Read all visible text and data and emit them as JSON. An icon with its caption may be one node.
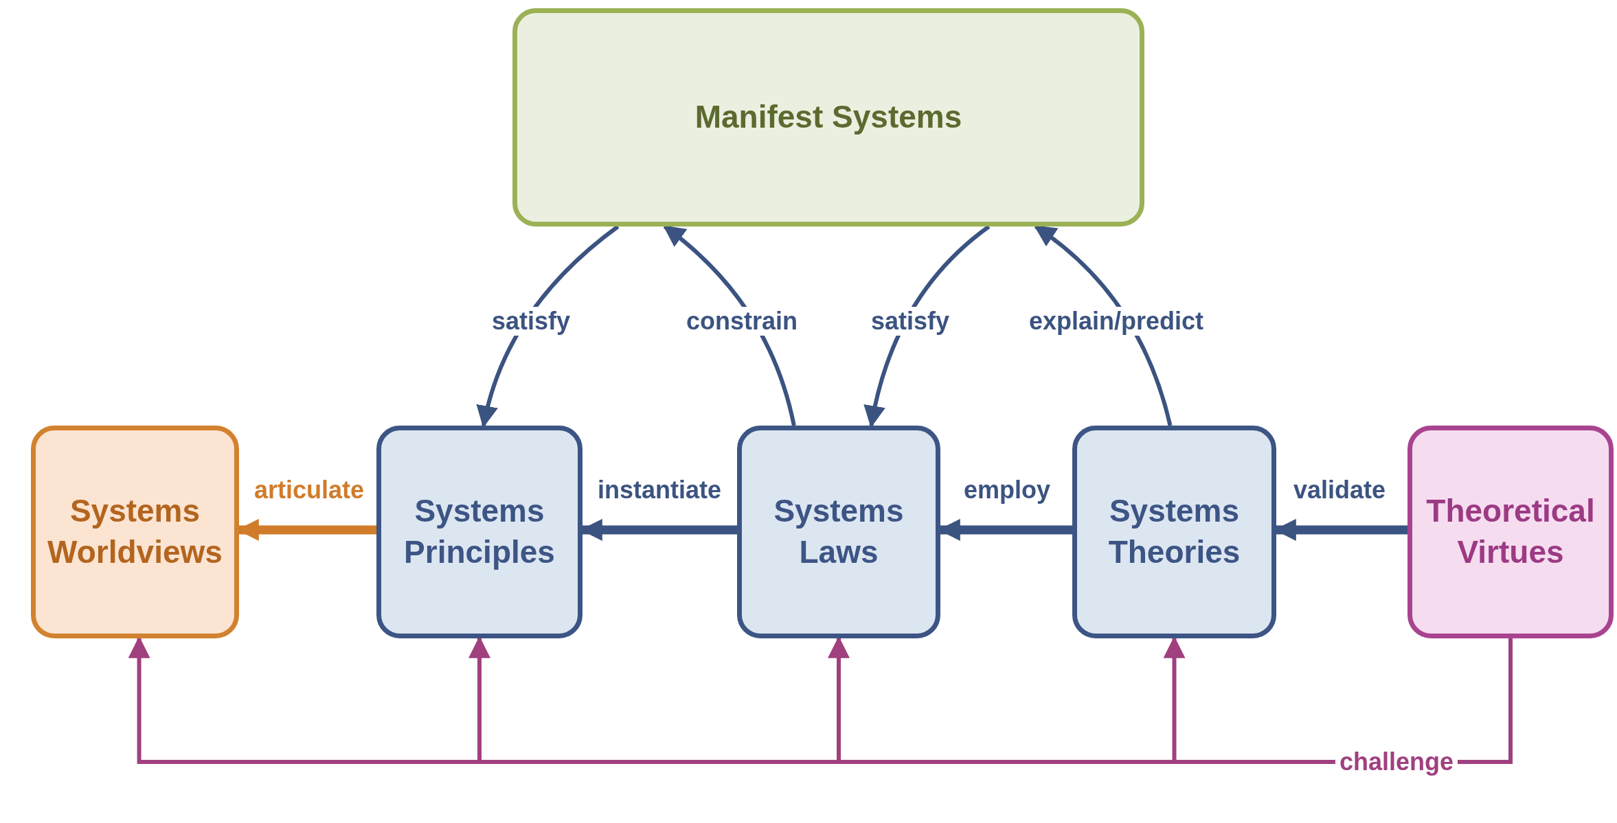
{
  "diagram": {
    "nodes": [
      {
        "text": [
          "Manifest Systems"
        ]
      },
      {
        "text": [
          "Systems Worldviews"
        ]
      },
      {
        "text": [
          "Systems Principles"
        ]
      },
      {
        "text": [
          "Systems Laws"
        ]
      },
      {
        "text": [
          "Systems Theories"
        ]
      },
      {
        "text": [
          "Theoretical Virtues"
        ]
      }
    ],
    "edges": [
      {
        "from": 0,
        "to": 2,
        "arrow": "to",
        "label": "satisfy"
      },
      {
        "from": 3,
        "to": 0,
        "arrow": "to",
        "label": "constrain"
      },
      {
        "from": 0,
        "to": 3,
        "arrow": "to",
        "label": "satisfy"
      },
      {
        "from": 4,
        "to": 0,
        "arrow": "to",
        "label": "explain/predict"
      },
      {
        "from": 2,
        "to": 1,
        "arrow": "to",
        "label": "articulate",
        "style": "thick",
        "color": "#d07c2a"
      },
      {
        "from": 3,
        "to": 2,
        "arrow": "to",
        "label": "instantiate",
        "style": "thick"
      },
      {
        "from": 4,
        "to": 3,
        "arrow": "to",
        "label": "employ",
        "style": "thick"
      },
      {
        "from": 5,
        "to": 4,
        "arrow": "to",
        "label": "validate",
        "style": "thick"
      },
      {
        "from": 5,
        "to": 1,
        "arrow": "to",
        "label": "challenge",
        "color": "#a0407f"
      },
      {
        "from": 5,
        "to": 2,
        "arrow": "to",
        "color": "#a0407f"
      },
      {
        "from": 5,
        "to": 3,
        "arrow": "to",
        "color": "#a0407f"
      },
      {
        "from": 5,
        "to": 4,
        "arrow": "to",
        "color": "#a0407f"
      }
    ]
  }
}
